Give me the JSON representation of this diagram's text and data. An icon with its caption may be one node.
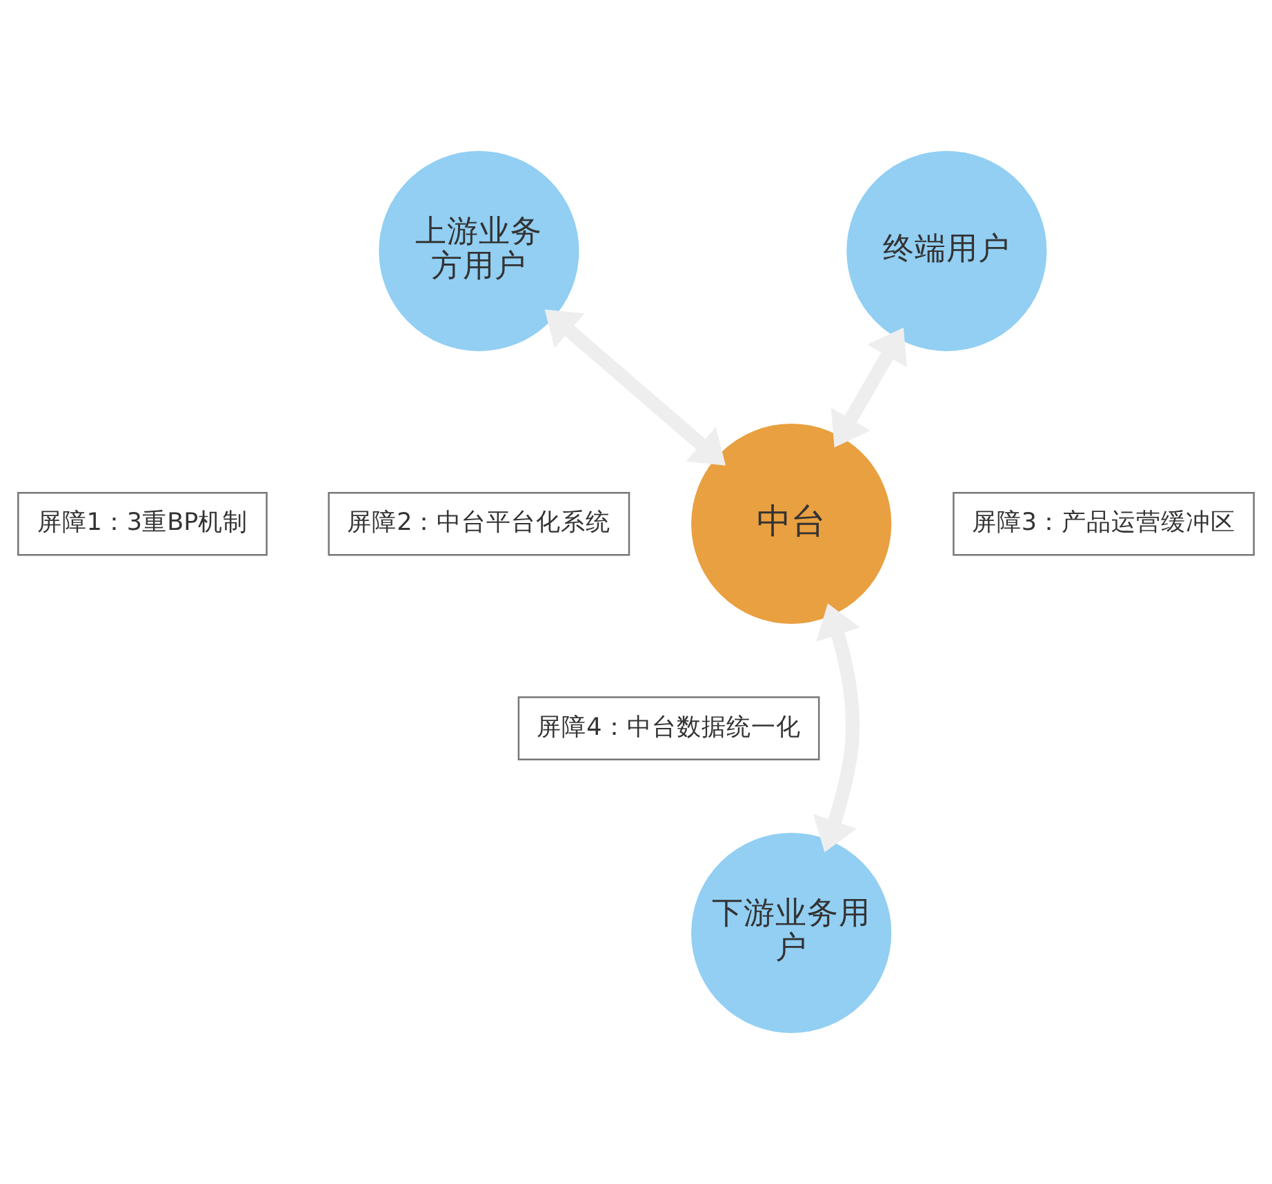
{
  "diagram": {
    "nodes": [
      {
        "text": [
          "上游业务方用户"
        ]
      },
      {
        "text": [
          "终端用户"
        ]
      },
      {
        "text": [
          "屏障1：3重BP机制"
        ]
      },
      {
        "text": [
          "屏障2：中台平台化系统"
        ]
      },
      {
        "text": [
          "屏障3：产品运营缓冲区"
        ]
      },
      {
        "text": [
          "中台"
        ]
      },
      {
        "text": [
          "屏障4：中台数据统一化"
        ]
      },
      {
        "text": [
          "下游业务用户"
        ]
      }
    ],
    "edges": [
      {
        "from": 5,
        "to": 0,
        "arrow": "both"
      },
      {
        "from": 5,
        "to": 1,
        "arrow": "both"
      },
      {
        "from": 5,
        "to": 7,
        "arrow": "both"
      }
    ]
  }
}
